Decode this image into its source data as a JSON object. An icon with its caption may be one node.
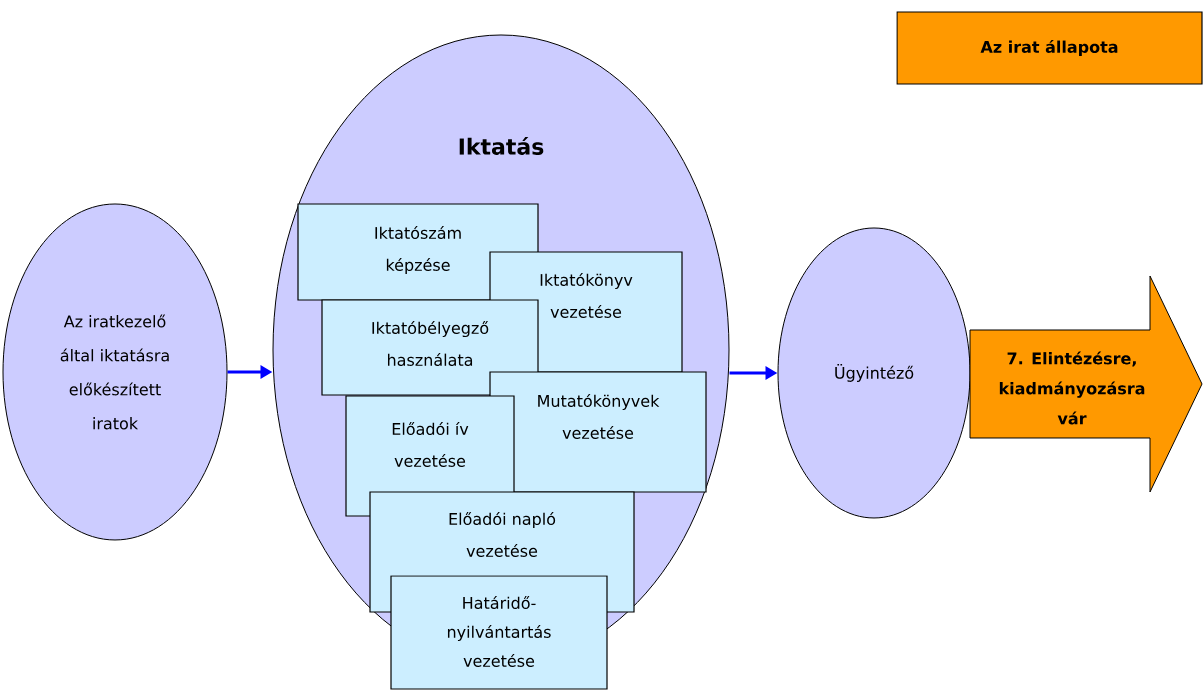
{
  "diagram": {
    "nodes": [
      {
        "text": [
          "Az iratkezelő által iktatásra előkészített iratok"
        ]
      },
      {
        "text": [
          "Iktatás"
        ]
      },
      {
        "text": [
          "Iktatószám képzése"
        ],
        "in": 1
      },
      {
        "text": [
          "Iktatókönyv vezetése"
        ],
        "in": 1
      },
      {
        "text": [
          "Iktatóbélyegző használata"
        ],
        "in": 1
      },
      {
        "text": [
          "Mutatókönyvek vezetése"
        ],
        "in": 1
      },
      {
        "text": [
          "Előadói ív vezetése"
        ],
        "in": 1
      },
      {
        "text": [
          "Előadói napló vezetése"
        ],
        "in": 1
      },
      {
        "text": [
          "Határidő-nyilvántartás vezetése"
        ]
      },
      {
        "text": [
          "Ügyintéző"
        ]
      },
      {
        "text": [
          "7. Elintézésre, kiadmányozásra vár"
        ]
      },
      {
        "text": [
          "Az irat állapota"
        ]
      }
    ],
    "edges": [
      {
        "from": 0,
        "to": 1,
        "arrow": "to"
      },
      {
        "from": 1,
        "to": 9,
        "arrow": "to"
      }
    ]
  }
}
